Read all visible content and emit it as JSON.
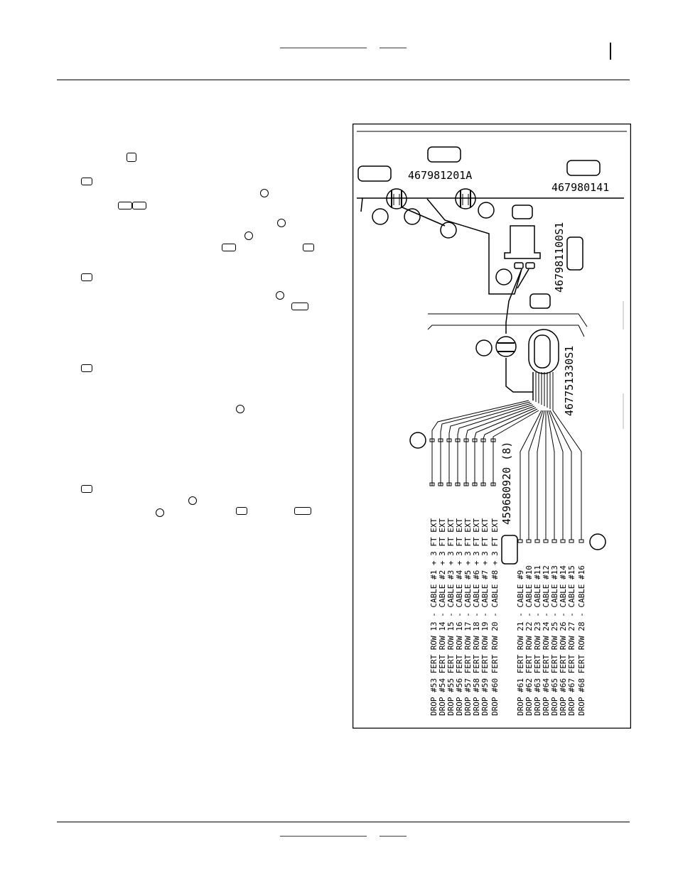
{
  "diagram": {
    "part_numbers": {
      "extension_harness": "467981201A",
      "main_harness": "467980141",
      "adapter": "467981100S1",
      "splitter": "467751330S1",
      "fert_cable": "459680920 (8)"
    },
    "drop_labels_left": [
      "DROP #53 FERT ROW 13 - CABLE #1 + 3 FT EXT",
      "DROP #54 FERT ROW 14 - CABLE #2 + 3 FT EXT",
      "DROP #55 FERT ROW 15 - CABLE #3 + 3 FT EXT",
      "DROP #56 FERT ROW 16 - CABLE #4 + 3 FT EXT",
      "DROP #57 FERT ROW 17 - CABLE #5 + 3 FT EXT",
      "DROP #58 FERT ROW 18 - CABLE #6 + 3 FT EXT",
      "DROP #59 FERT ROW 19 - CABLE #7 + 3 FT EXT",
      "DROP #60 FERT ROW 20 - CABLE #8 + 3 FT EXT"
    ],
    "drop_labels_right": [
      "DROP #61 FERT ROW 21 - CABLE #9",
      "DROP #62 FERT ROW 22 - CABLE #10",
      "DROP #63 FERT ROW 23 - CABLE #11",
      "DROP #64 FERT ROW 24 - CABLE #12",
      "DROP #65 FERT ROW 25 - CABLE #13",
      "DROP #66 FERT ROW 26 - CABLE #14",
      "DROP #67 FERT ROW 27 - CABLE #15",
      "DROP #68 FERT ROW 28 - CABLE #16"
    ]
  }
}
